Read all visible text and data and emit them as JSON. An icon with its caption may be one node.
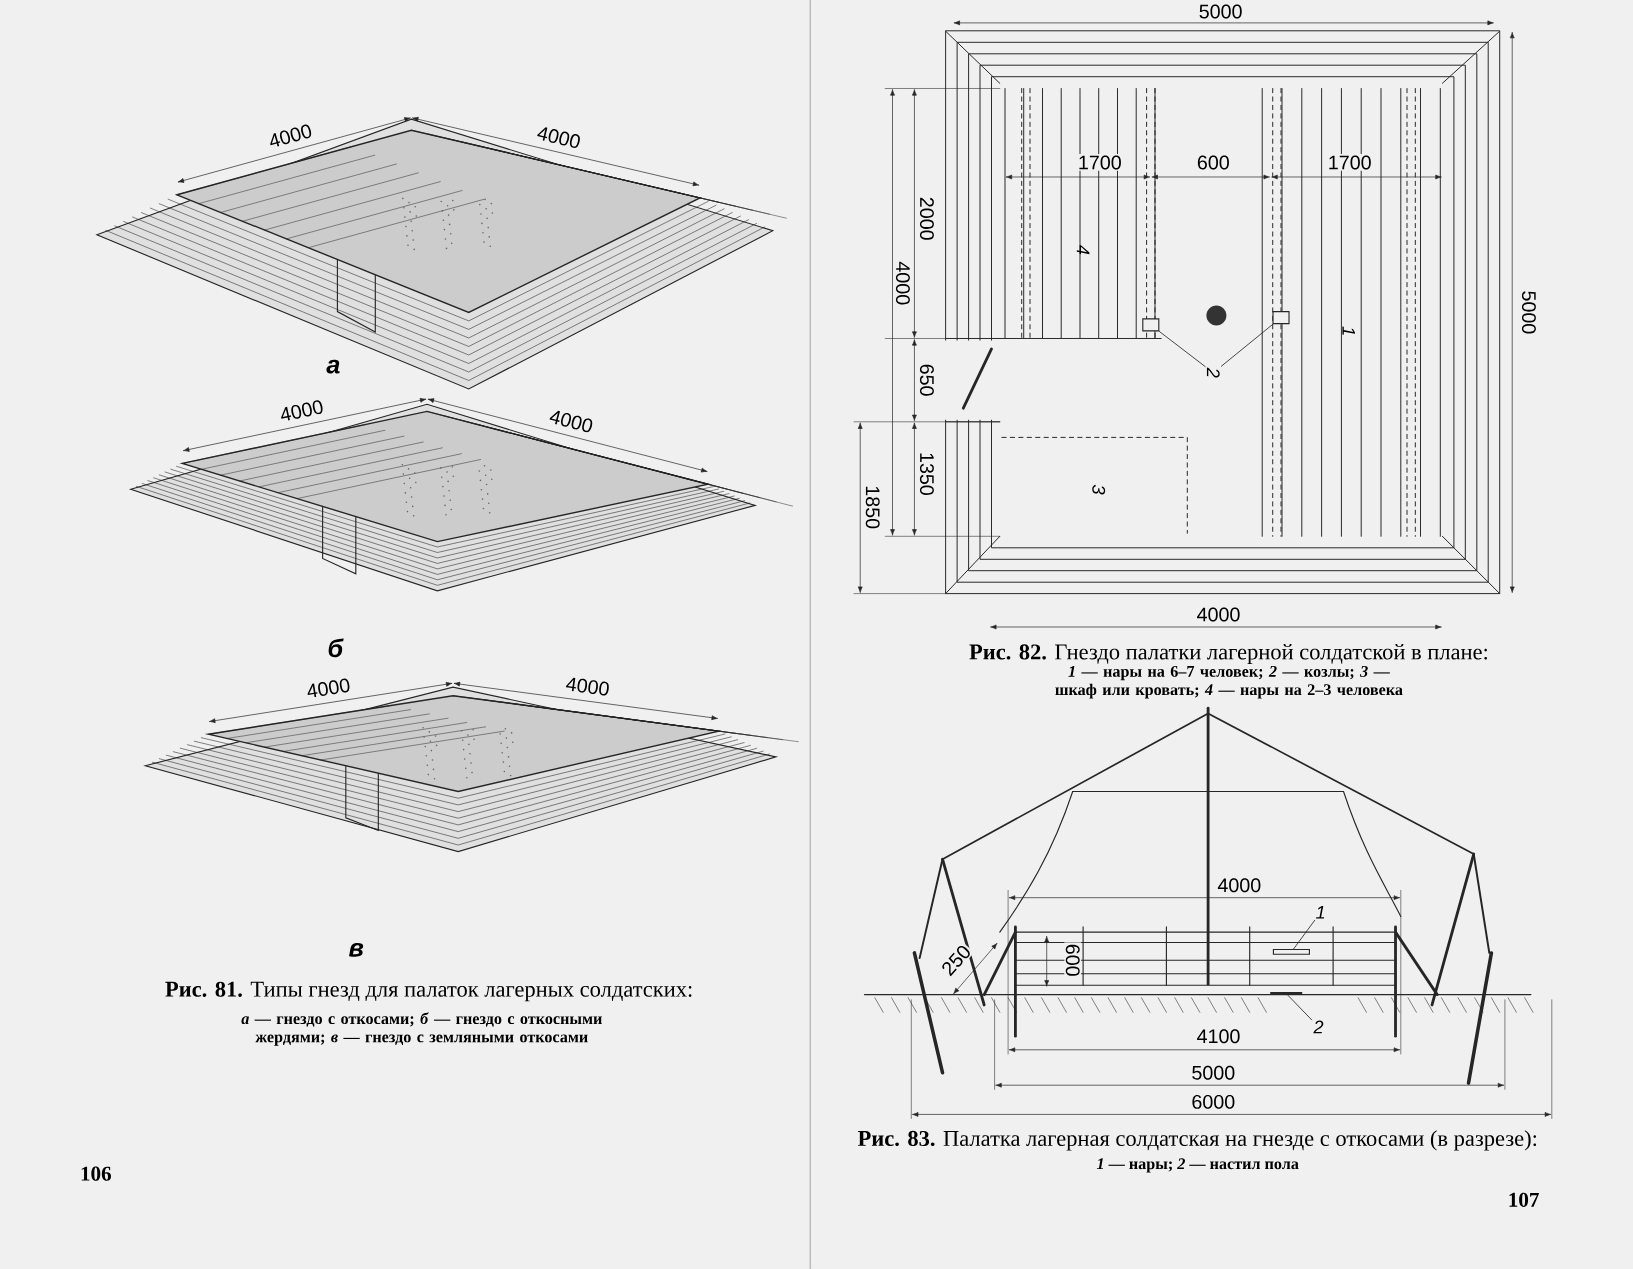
{
  "diagram": {
    "nodes": [
      {
        "text": [
          "2"
        ]
      },
      {
        "text": [],
        "shape": "box"
      },
      {
        "text": [],
        "shape": "box"
      },
      {
        "text": [
          "1"
        ]
      },
      {
        "text": [],
        "shape": "box"
      },
      {
        "text": [
          "2"
        ]
      },
      {
        "text": [],
        "shape": "bar"
      }
    ],
    "edges": [
      {
        "from": 0,
        "to": 1,
        "arrow": "none"
      },
      {
        "from": 0,
        "to": 2,
        "arrow": "none"
      },
      {
        "from": 3,
        "to": 4,
        "arrow": "none"
      },
      {
        "from": 5,
        "to": 6,
        "arrow": "none"
      }
    ],
    "labels": [
      "4000",
      "4000",
      "а",
      "4000",
      "4000",
      "б",
      "4000",
      "4000",
      "в",
      "**Рис. 81.** Типы гнезд для палаток лагерных солдатских:",
      "*а* — гнездо с откосами; *б* — гнездо с откосными жердями; *в* — гнездо с земляными откосами",
      "106",
      "5000",
      "1700",
      "600",
      "1700",
      "2000",
      "4000",
      "4",
      "1",
      "5000",
      "650",
      "1350",
      "1850",
      "3",
      "4000",
      "**Рис. 82.** Гнездо палатки лагерной солдатской в плане:",
      "*1* — нары на 6–7 человек; *2* — козлы; *3* — шкаф или кровать; *4* — нары на 2–3 человека",
      "4000",
      "250",
      "600",
      "4100",
      "5000",
      "6000",
      "**Рис. 83.** Палатка лагерная солдатская на гнезде с откосами (в разрезе):",
      "*1* — нары; *2* — настил пола",
      "107"
    ]
  }
}
